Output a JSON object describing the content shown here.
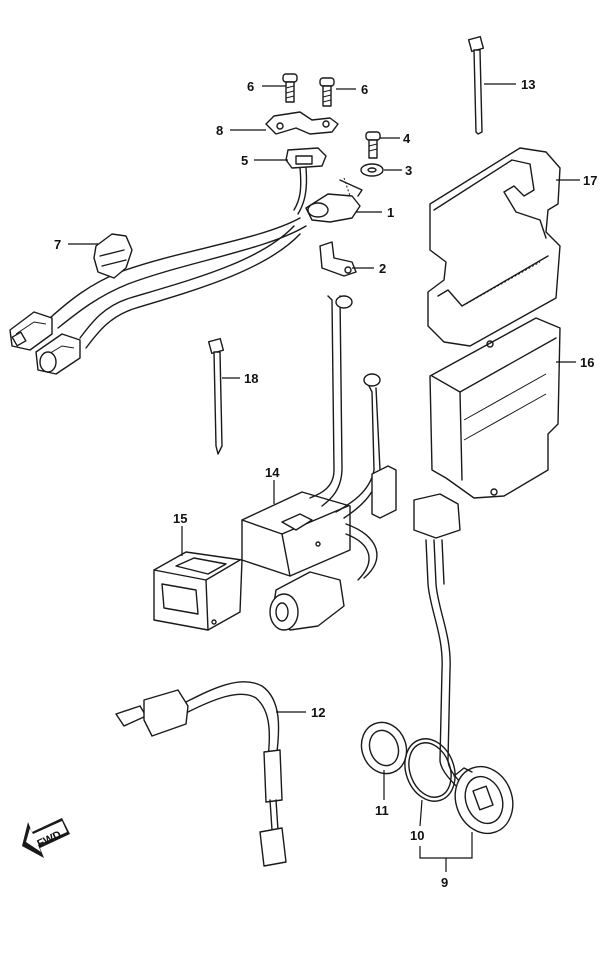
{
  "callouts": [
    {
      "id": "1",
      "text": "1"
    },
    {
      "id": "2",
      "text": "2"
    },
    {
      "id": "3",
      "text": "3"
    },
    {
      "id": "4",
      "text": "4"
    },
    {
      "id": "5",
      "text": "5"
    },
    {
      "id": "6a",
      "text": "6"
    },
    {
      "id": "6b",
      "text": "6"
    },
    {
      "id": "7",
      "text": "7"
    },
    {
      "id": "8",
      "text": "8"
    },
    {
      "id": "9",
      "text": "9"
    },
    {
      "id": "10",
      "text": "10"
    },
    {
      "id": "11",
      "text": "11"
    },
    {
      "id": "12",
      "text": "12"
    },
    {
      "id": "13",
      "text": "13"
    },
    {
      "id": "14",
      "text": "14"
    },
    {
      "id": "15",
      "text": "15"
    },
    {
      "id": "16",
      "text": "16"
    },
    {
      "id": "17",
      "text": "17"
    },
    {
      "id": "18",
      "text": "18"
    }
  ],
  "direction_marker": {
    "text": "FWD"
  }
}
